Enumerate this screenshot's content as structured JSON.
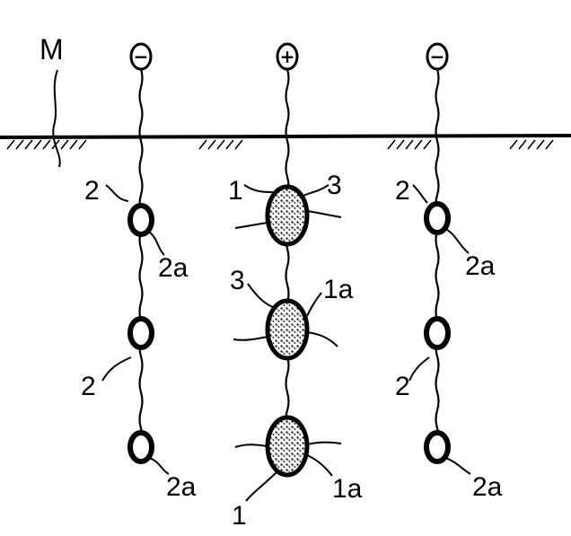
{
  "diagram": {
    "medium_label": "M",
    "terminals": {
      "left": "−",
      "center": "+",
      "right": "−"
    },
    "left_column": {
      "electrode_top": "2",
      "end_top": "2a",
      "electrode_mid": "2",
      "end_bottom": "2a"
    },
    "center_column": {
      "electrode_top": "1",
      "coating_top": "3",
      "coating_mid": "3",
      "end_mid": "1a",
      "end_bottom": "1a",
      "electrode_bottom": "1"
    },
    "right_column": {
      "electrode_top": "2",
      "end_top": "2a",
      "electrode_mid": "2",
      "end_bottom": "2a"
    }
  },
  "colors": {
    "ink": "#000000",
    "background": "#ffffff"
  }
}
